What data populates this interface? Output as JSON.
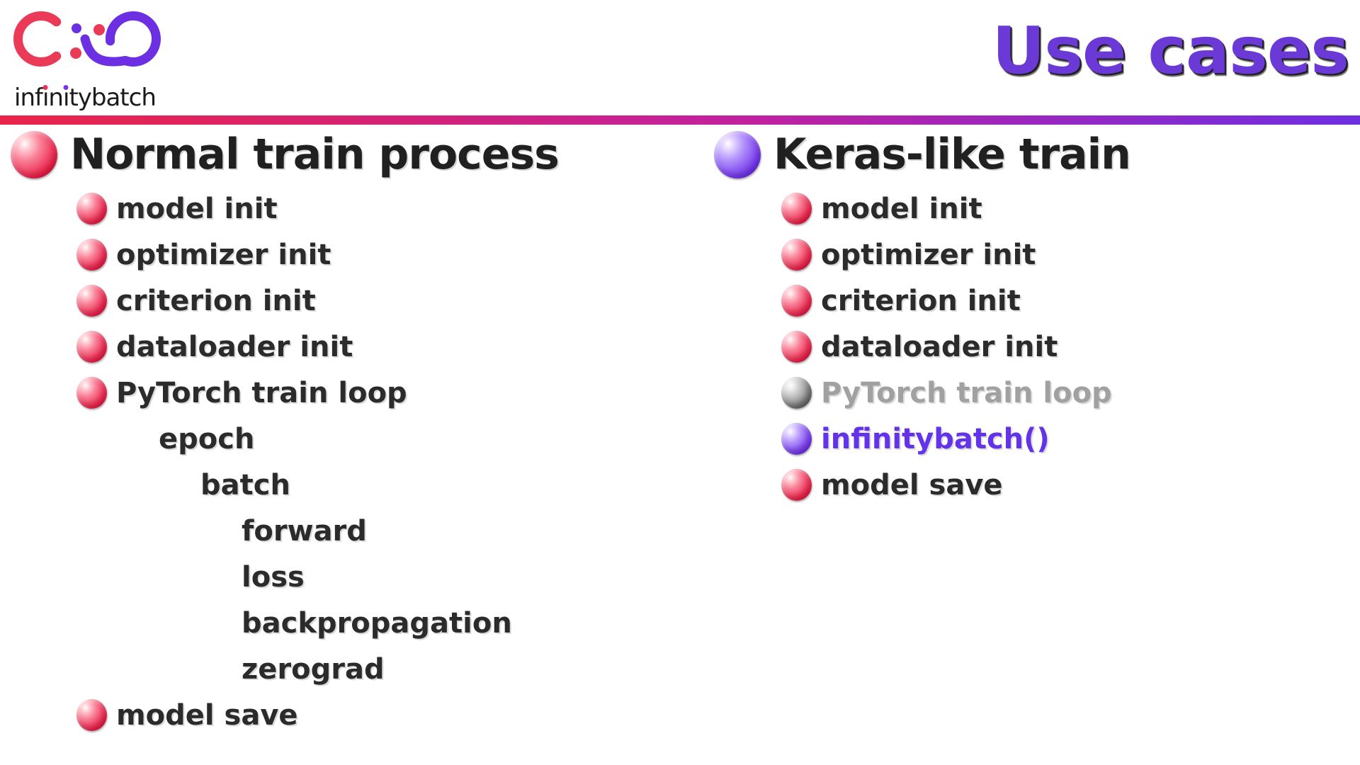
{
  "logo": {
    "brand": "infinitybatch",
    "brand_segments": [
      {
        "text": "inf"
      },
      {
        "text": "i",
        "dot": "#e8315b"
      },
      {
        "text": "n"
      },
      {
        "text": "i",
        "dot": "#7a35e8"
      },
      {
        "text": "tybatch"
      }
    ],
    "red": "#ea3a57",
    "purple": "#6c2fe2"
  },
  "title": {
    "label": "Use cases",
    "color": "#6b3ad6"
  },
  "divider": {
    "from": "#ea2448",
    "mid": "#c121a0",
    "to": "#6e2ee2"
  },
  "bullet_colors": {
    "red": "#e81944",
    "purple": "#7334ec",
    "gray": "#757575"
  },
  "text_colors": {
    "normal": "#2b2b2b",
    "gray": "#a1a1a1",
    "purple": "#6233e8",
    "heading": "#202020"
  },
  "columns": [
    {
      "heading": {
        "label": "Normal train process",
        "bullet": "red"
      },
      "items": [
        {
          "label": "model init",
          "level": 1,
          "bullet": "red",
          "style": "normal"
        },
        {
          "label": "optimizer init",
          "level": 1,
          "bullet": "red",
          "style": "normal"
        },
        {
          "label": "criterion init",
          "level": 1,
          "bullet": "red",
          "style": "normal"
        },
        {
          "label": "dataloader init",
          "level": 1,
          "bullet": "red",
          "style": "normal"
        },
        {
          "label": "PyTorch train loop",
          "level": 1,
          "bullet": "red",
          "style": "normal"
        },
        {
          "label": "epoch",
          "level": 2,
          "bullet": null,
          "style": "normal"
        },
        {
          "label": "batch",
          "level": 3,
          "bullet": null,
          "style": "normal"
        },
        {
          "label": "forward",
          "level": 4,
          "bullet": null,
          "style": "normal"
        },
        {
          "label": "loss",
          "level": 4,
          "bullet": null,
          "style": "normal"
        },
        {
          "label": "backpropagation",
          "level": 4,
          "bullet": null,
          "style": "normal"
        },
        {
          "label": "zerograd",
          "level": 4,
          "bullet": null,
          "style": "normal"
        },
        {
          "label": "model save",
          "level": 1,
          "bullet": "red",
          "style": "normal"
        }
      ]
    },
    {
      "heading": {
        "label": "Keras-like train",
        "bullet": "purple"
      },
      "items": [
        {
          "label": "model init",
          "level": 1,
          "bullet": "red",
          "style": "normal"
        },
        {
          "label": "optimizer init",
          "level": 1,
          "bullet": "red",
          "style": "normal"
        },
        {
          "label": "criterion init",
          "level": 1,
          "bullet": "red",
          "style": "normal"
        },
        {
          "label": "dataloader init",
          "level": 1,
          "bullet": "red",
          "style": "normal"
        },
        {
          "label": "PyTorch train loop",
          "level": 1,
          "bullet": "gray",
          "style": "gray"
        },
        {
          "label": "infinitybatch()",
          "level": 1,
          "bullet": "purple",
          "style": "purple"
        },
        {
          "label": "model save",
          "level": 1,
          "bullet": "red",
          "style": "normal"
        }
      ]
    }
  ]
}
